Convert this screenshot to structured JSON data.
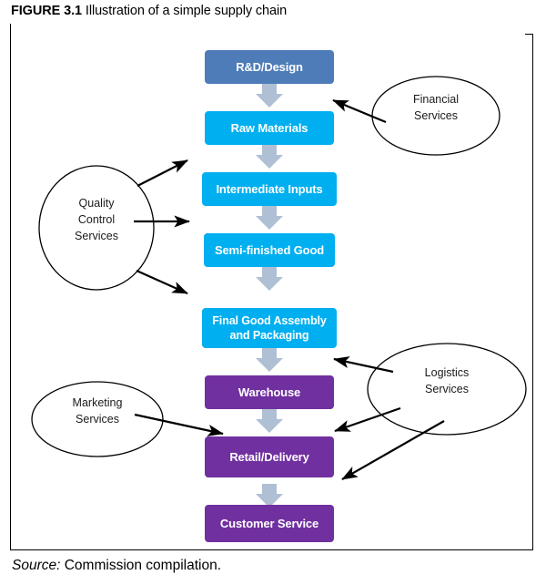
{
  "caption": {
    "figure_number": "FIGURE 3.1",
    "title": "Illustration of a simple supply chain"
  },
  "source": {
    "label": "Source:",
    "text": "Commission compilation."
  },
  "colors": {
    "design_blue": "#4E7CB8",
    "bright_blue": "#00AFEF",
    "purple": "#7030A0",
    "arrow_gray": "#AFBFD4",
    "line_black": "#000000",
    "text_white": "#FFFFFF"
  },
  "chart_data": {
    "type": "diagram",
    "title": "Illustration of a simple supply chain",
    "chain": [
      {
        "id": "rd-design",
        "label": "R&D/Design",
        "color": "#4E7CB8",
        "stage": 1
      },
      {
        "id": "raw-materials",
        "label": "Raw Materials",
        "color": "#00AFEF",
        "stage": 2
      },
      {
        "id": "intermediate",
        "label": "Intermediate Inputs",
        "color": "#00AFEF",
        "stage": 3
      },
      {
        "id": "semi-finished",
        "label": "Semi-finished Good",
        "color": "#00AFEF",
        "stage": 4
      },
      {
        "id": "final-assembly",
        "label": "Final Good Assembly\nand Packaging",
        "color": "#00AFEF",
        "stage": 5
      },
      {
        "id": "warehouse",
        "label": "Warehouse",
        "color": "#7030A0",
        "stage": 6
      },
      {
        "id": "retail-delivery",
        "label": "Retail/Delivery",
        "color": "#7030A0",
        "stage": 7
      },
      {
        "id": "customer-service",
        "label": "Customer Service",
        "color": "#7030A0",
        "stage": 8
      }
    ],
    "services": [
      {
        "id": "financial-services",
        "label": "Financial\nServices",
        "side": "right",
        "targets": [
          "raw-materials"
        ]
      },
      {
        "id": "quality-control-services",
        "label": "Quality\nControl\nServices",
        "side": "left",
        "targets": [
          "intermediate",
          "semi-finished",
          "final-assembly"
        ]
      },
      {
        "id": "marketing-services",
        "label": "Marketing\nServices",
        "side": "left",
        "targets": [
          "retail-delivery"
        ]
      },
      {
        "id": "logistics-services",
        "label": "Logistics\nServices",
        "side": "right",
        "targets": [
          "warehouse",
          "retail-delivery",
          "customer-service"
        ]
      }
    ],
    "flow_arrows": 7,
    "notes": "Vertical gray block arrows connect each chain stage top-to-bottom; thin black arrows run from service ellipses into chain stages."
  },
  "nodes": {
    "rd_design": "R&D/Design",
    "raw_materials": "Raw Materials",
    "intermediate_inputs": "Intermediate Inputs",
    "semi_finished_good": "Semi-finished Good",
    "final_assembly_line1": "Final Good Assembly",
    "final_assembly_line2": "and Packaging",
    "warehouse": "Warehouse",
    "retail_delivery": "Retail/Delivery",
    "customer_service": "Customer Service"
  },
  "services": {
    "financial_line1": "Financial",
    "financial_line2": "Services",
    "quality_line1": "Quality",
    "quality_line2": "Control",
    "quality_line3": "Services",
    "marketing_line1": "Marketing",
    "marketing_line2": "Services",
    "logistics_line1": "Logistics",
    "logistics_line2": "Services"
  }
}
